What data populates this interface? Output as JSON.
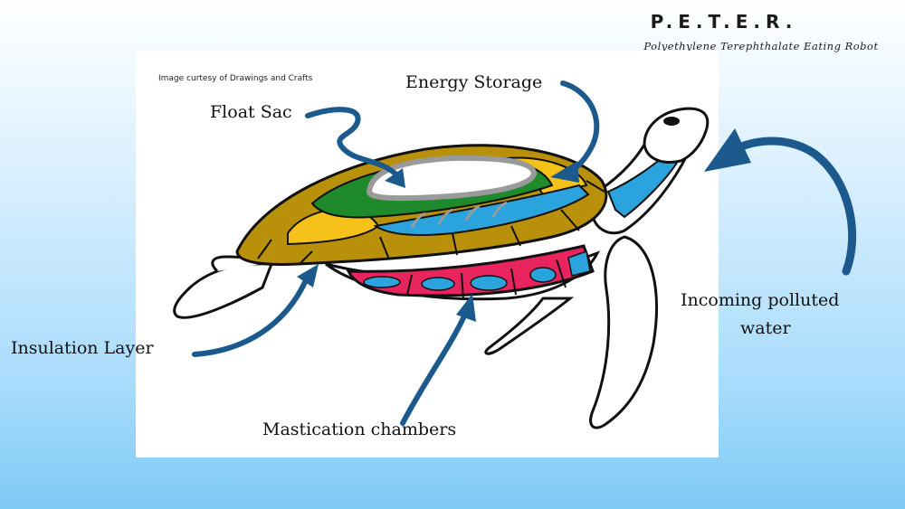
{
  "header": {
    "title": "P.E.T.E.R.",
    "subtitle": "Polyethylene Terephthalate Eating Robot"
  },
  "diagram": {
    "credit": "Image curtesy of Drawings and  Crafts",
    "labels": {
      "float_sac": "Float Sac",
      "energy_storage": "Energy Storage",
      "insulation_layer": "Insulation Layer",
      "mastication_chambers": "Mastication chambers",
      "incoming_water_line1": "Incoming polluted",
      "incoming_water_line2": "water"
    }
  },
  "colors": {
    "arrow": "#1c5a8e",
    "shell_rim": "#b8900a",
    "energy_storage": "#f6c21a",
    "float_sac_outline": "#9a9a9a",
    "green_layer": "#1f8a2c",
    "blue_channel": "#2ba3dc",
    "mastication": "#e8245f"
  }
}
